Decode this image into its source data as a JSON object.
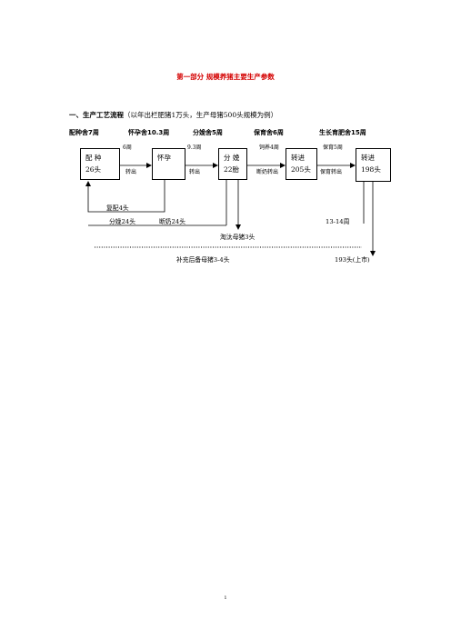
{
  "title": "第一部分  规模养猪主要生产参数",
  "section": {
    "heading": "一、生产工艺流程",
    "note": "（以年出栏肥猪1万头，生产母猪500头规模为例）"
  },
  "stages": [
    {
      "label": "配种舍7周"
    },
    {
      "label": "怀孕舍10.3周"
    },
    {
      "label": "分娩舍5周"
    },
    {
      "label": "保育舍6周"
    },
    {
      "label": "生长育肥舍15周"
    }
  ],
  "boxes": {
    "breeding": {
      "line1": "配  种",
      "line2": "26头"
    },
    "pregnancy": {
      "line1": "怀孕",
      "line2": ""
    },
    "farrowing": {
      "line1": "分  娩",
      "line2": "22胎"
    },
    "nursery": {
      "line1": "转进",
      "line2": "205头"
    },
    "finishing": {
      "line1": "转进",
      "line2": "198头"
    }
  },
  "labels": {
    "week6": "6周",
    "transfer1": "转出",
    "week93": "9.3周",
    "transfer2": "转出",
    "feed4": "饲养4周",
    "weanTransfer": "断奶转出",
    "nursery5": "保育5周",
    "nurseryTransfer": "保育转出",
    "rebreed": "复配4头",
    "farrow24": "分娩24头",
    "wean24": "断奶24头",
    "weeks1314": "13-14周",
    "cull": "淘汰母猪3头",
    "replenish": "补充后备母猪3-4头",
    "market": "193头(上市)"
  },
  "page_number": "1"
}
